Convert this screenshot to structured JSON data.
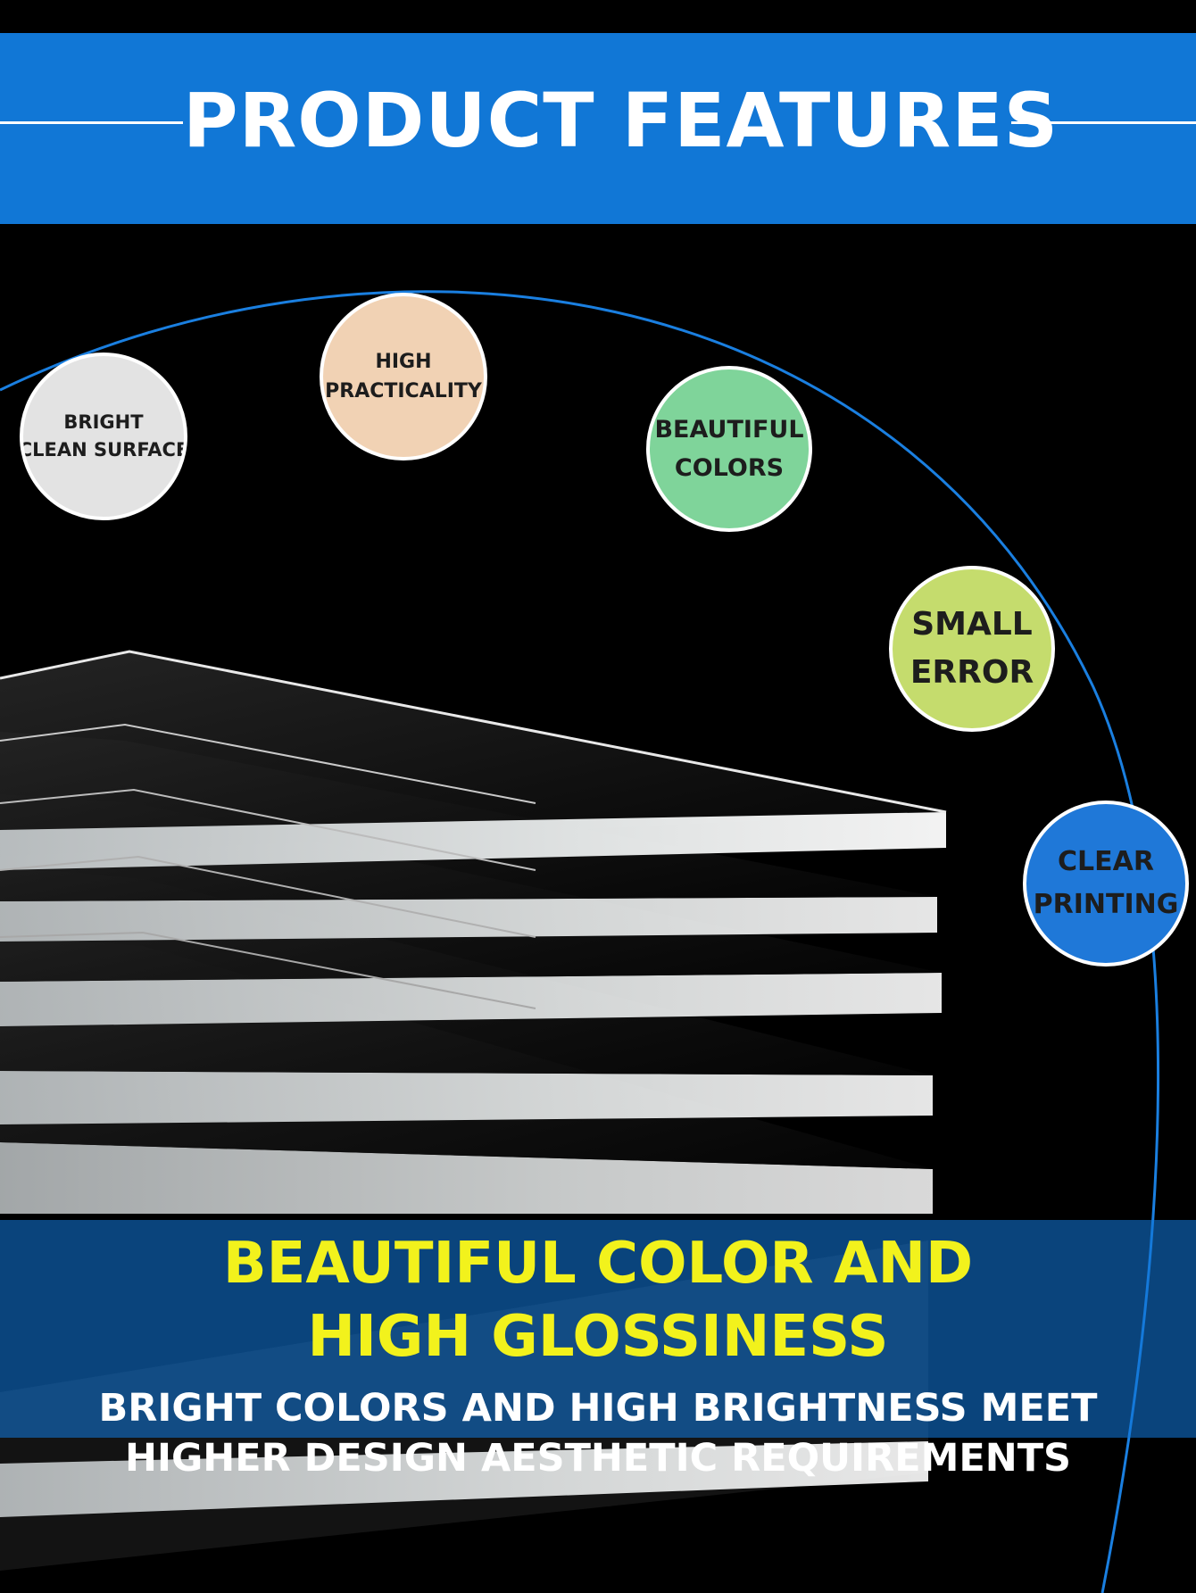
{
  "header": {
    "title": "PRODUCT FEATURES"
  },
  "features": [
    {
      "lines": [
        "BRIGHT",
        "CLEAN SURFACE"
      ],
      "color": "#e3e3e3"
    },
    {
      "lines": [
        "HIGH",
        "PRACTICALITY"
      ],
      "color": "#f1d2b4"
    },
    {
      "lines": [
        "BEAUTIFUL",
        "COLORS"
      ],
      "color": "#7fd49a"
    },
    {
      "lines": [
        "SMALL",
        "ERROR"
      ],
      "color": "#c5dc6d"
    },
    {
      "lines": [
        "CLEAR",
        "PRINTING"
      ],
      "color": "#1f78d8"
    }
  ],
  "banner": {
    "headline": [
      "BEAUTIFUL COLOR AND",
      "HIGH GLOSSINESS"
    ],
    "subline": [
      "BRIGHT COLORS AND HIGH BRIGHTNESS MEET",
      "HIGHER DESIGN AESTHETIC REQUIREMENTS"
    ]
  },
  "colors": {
    "accent_blue": "#1177d6",
    "headline_yellow": "#f2f21c",
    "background": "#000000",
    "text_white": "#ffffff"
  }
}
